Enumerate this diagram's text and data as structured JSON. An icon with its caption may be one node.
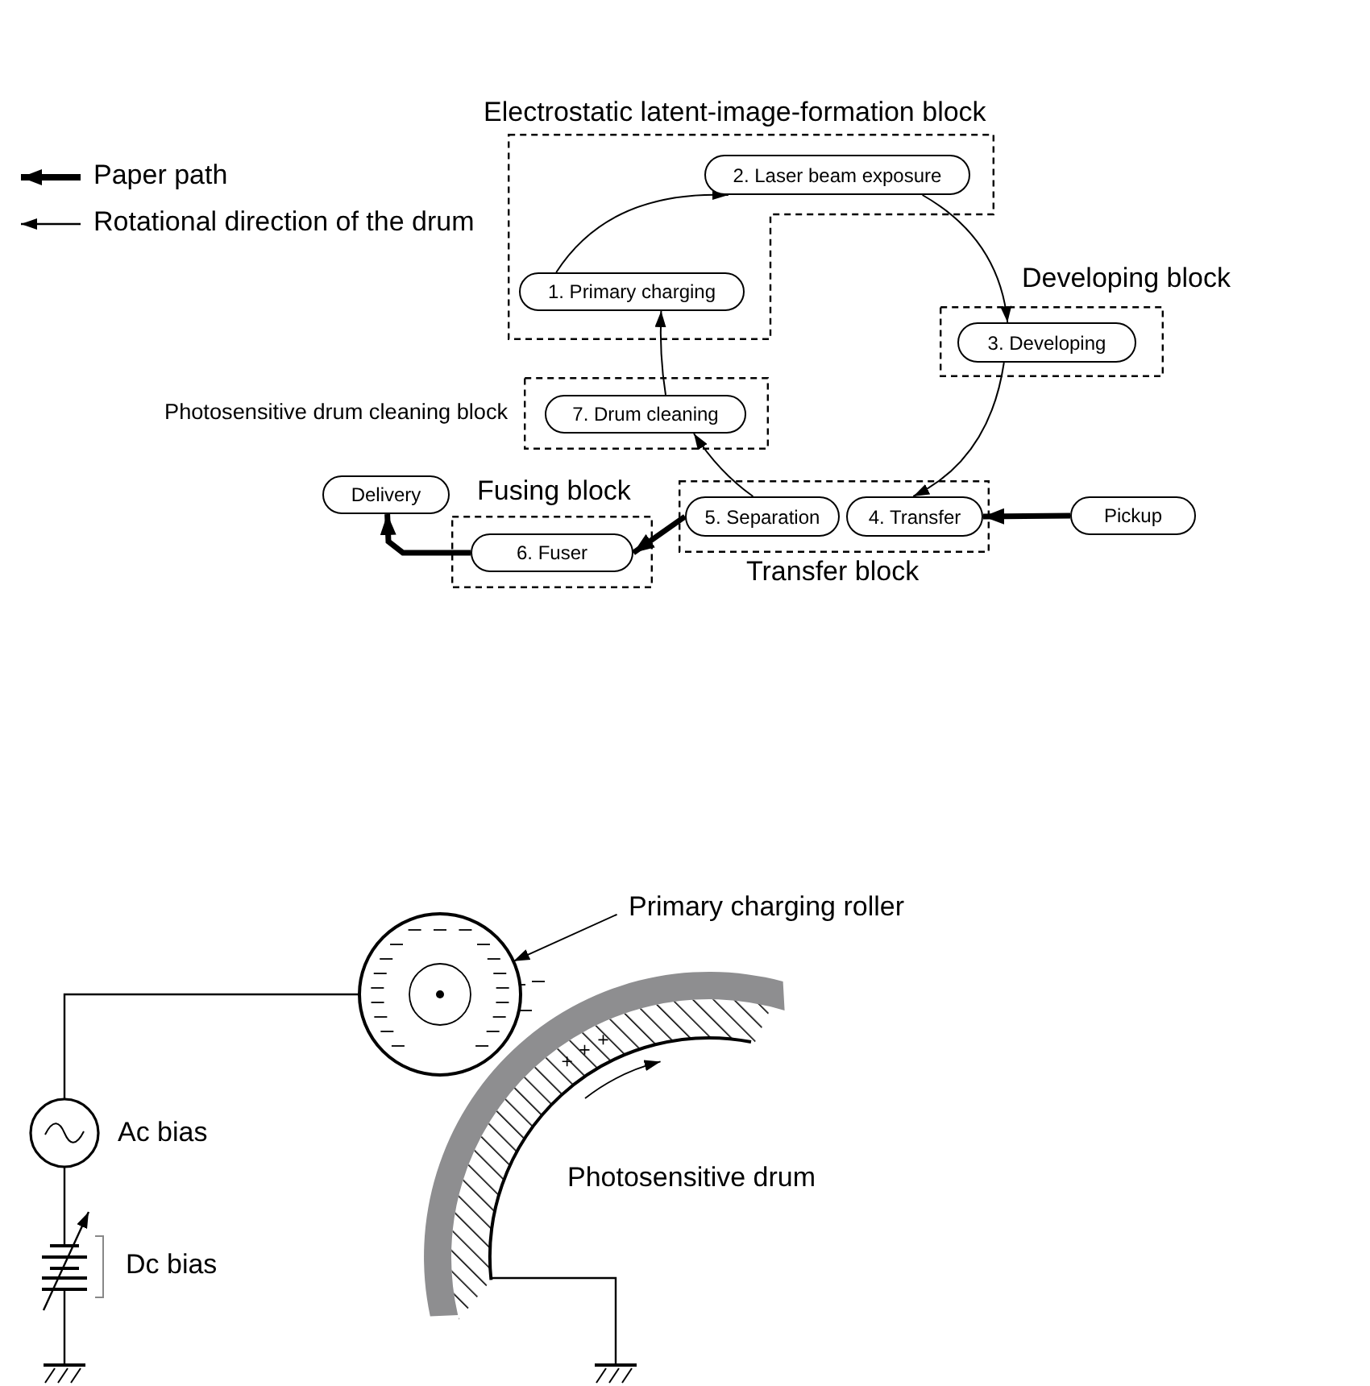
{
  "diagram": {
    "nodes": [
      {
        "text": [
          "Electrostatic latent-image-formation block"
        ]
      },
      {
        "text": [
          "1. Primary charging"
        ],
        "in": 0
      },
      {
        "text": [
          "2. Laser beam exposure"
        ],
        "in": 0
      },
      {
        "text": [
          "Developing block"
        ]
      },
      {
        "text": [
          "3. Developing"
        ],
        "in": 3
      },
      {
        "text": [
          "Photosensitive drum cleaning block"
        ]
      },
      {
        "text": [
          "7. Drum cleaning"
        ],
        "in": 5
      },
      {
        "text": [
          "Fusing block"
        ]
      },
      {
        "text": [
          "6. Fuser"
        ],
        "in": 7
      },
      {
        "text": [
          "Transfer block"
        ]
      },
      {
        "text": [
          "5. Separation"
        ],
        "in": 9
      },
      {
        "text": [
          "4. Transfer"
        ],
        "in": 9
      },
      {
        "text": [
          "Delivery"
        ]
      },
      {
        "text": [
          "Pickup"
        ]
      },
      {
        "text": [
          "Primary charging roller"
        ]
      },
      {
        "text": [],
        "shape": "circle"
      }
    ],
    "edges": [
      {
        "from": 1,
        "to": 2,
        "arrow": "to"
      },
      {
        "from": 2,
        "to": 4,
        "arrow": "to"
      },
      {
        "from": 4,
        "to": 11,
        "arrow": "to"
      },
      {
        "from": 10,
        "to": 6,
        "arrow": "to"
      },
      {
        "from": 6,
        "to": 1,
        "arrow": "to"
      },
      {
        "from": 13,
        "to": 11,
        "arrow": "to",
        "style": "thick"
      },
      {
        "from": 10,
        "to": 8,
        "arrow": "to",
        "style": "thick"
      },
      {
        "from": 8,
        "to": 12,
        "arrow": "to",
        "style": "thick"
      },
      {
        "from": 14,
        "to": 15,
        "arrow": "to"
      }
    ],
    "labels": [
      "Photosensitive drum",
      "Ac bias",
      "Dc bias"
    ],
    "legend": [
      {
        "text": "Paper path"
      },
      {
        "text": "Rotational direction of the drum"
      }
    ]
  }
}
